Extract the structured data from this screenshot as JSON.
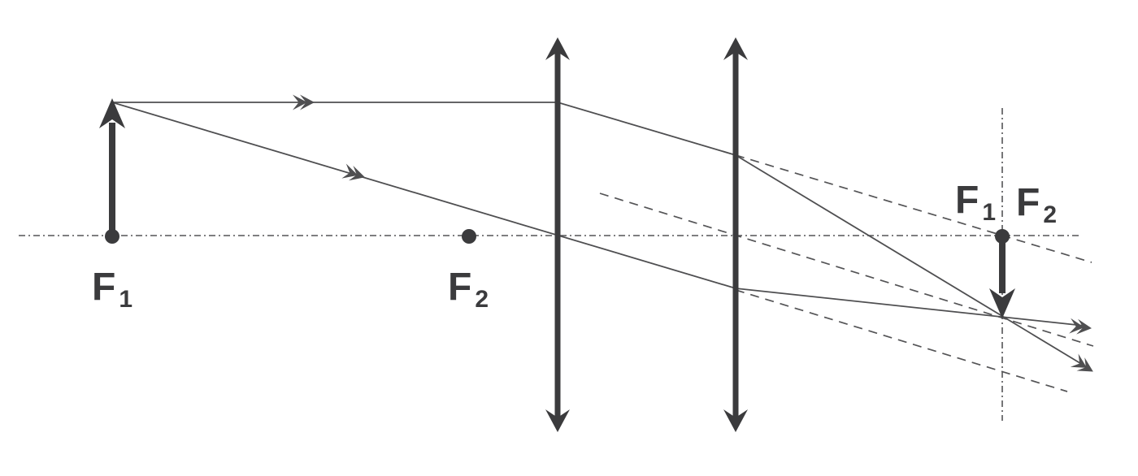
{
  "figure": {
    "type": "optics-ray-diagram",
    "description": "Two converging lenses: object arrow standing at front focal point F1 of lens 1; auxiliary focal point F2 of lens 2 on axis between object and lens 1; rays emerge parallel after lens 1 and converge after lens 2 to an inverted real image arrow at the coincident back focal points labelled F1 and F2; dashed lines show undeviated ray extensions.",
    "colors": {
      "ink": "#3b3b3d",
      "ray": "#4f4f51",
      "dashed": "#545456",
      "axis": "#545456",
      "background": "#ffffff"
    },
    "labels": {
      "object_focal_point": {
        "base": "F",
        "sub": "1"
      },
      "lens2_front_focal_point": {
        "base": "F",
        "sub": "2"
      },
      "back_focal_point_lens1": {
        "base": "F",
        "sub": "1"
      },
      "back_focal_point_lens2": {
        "base": "F",
        "sub": "2"
      }
    }
  }
}
